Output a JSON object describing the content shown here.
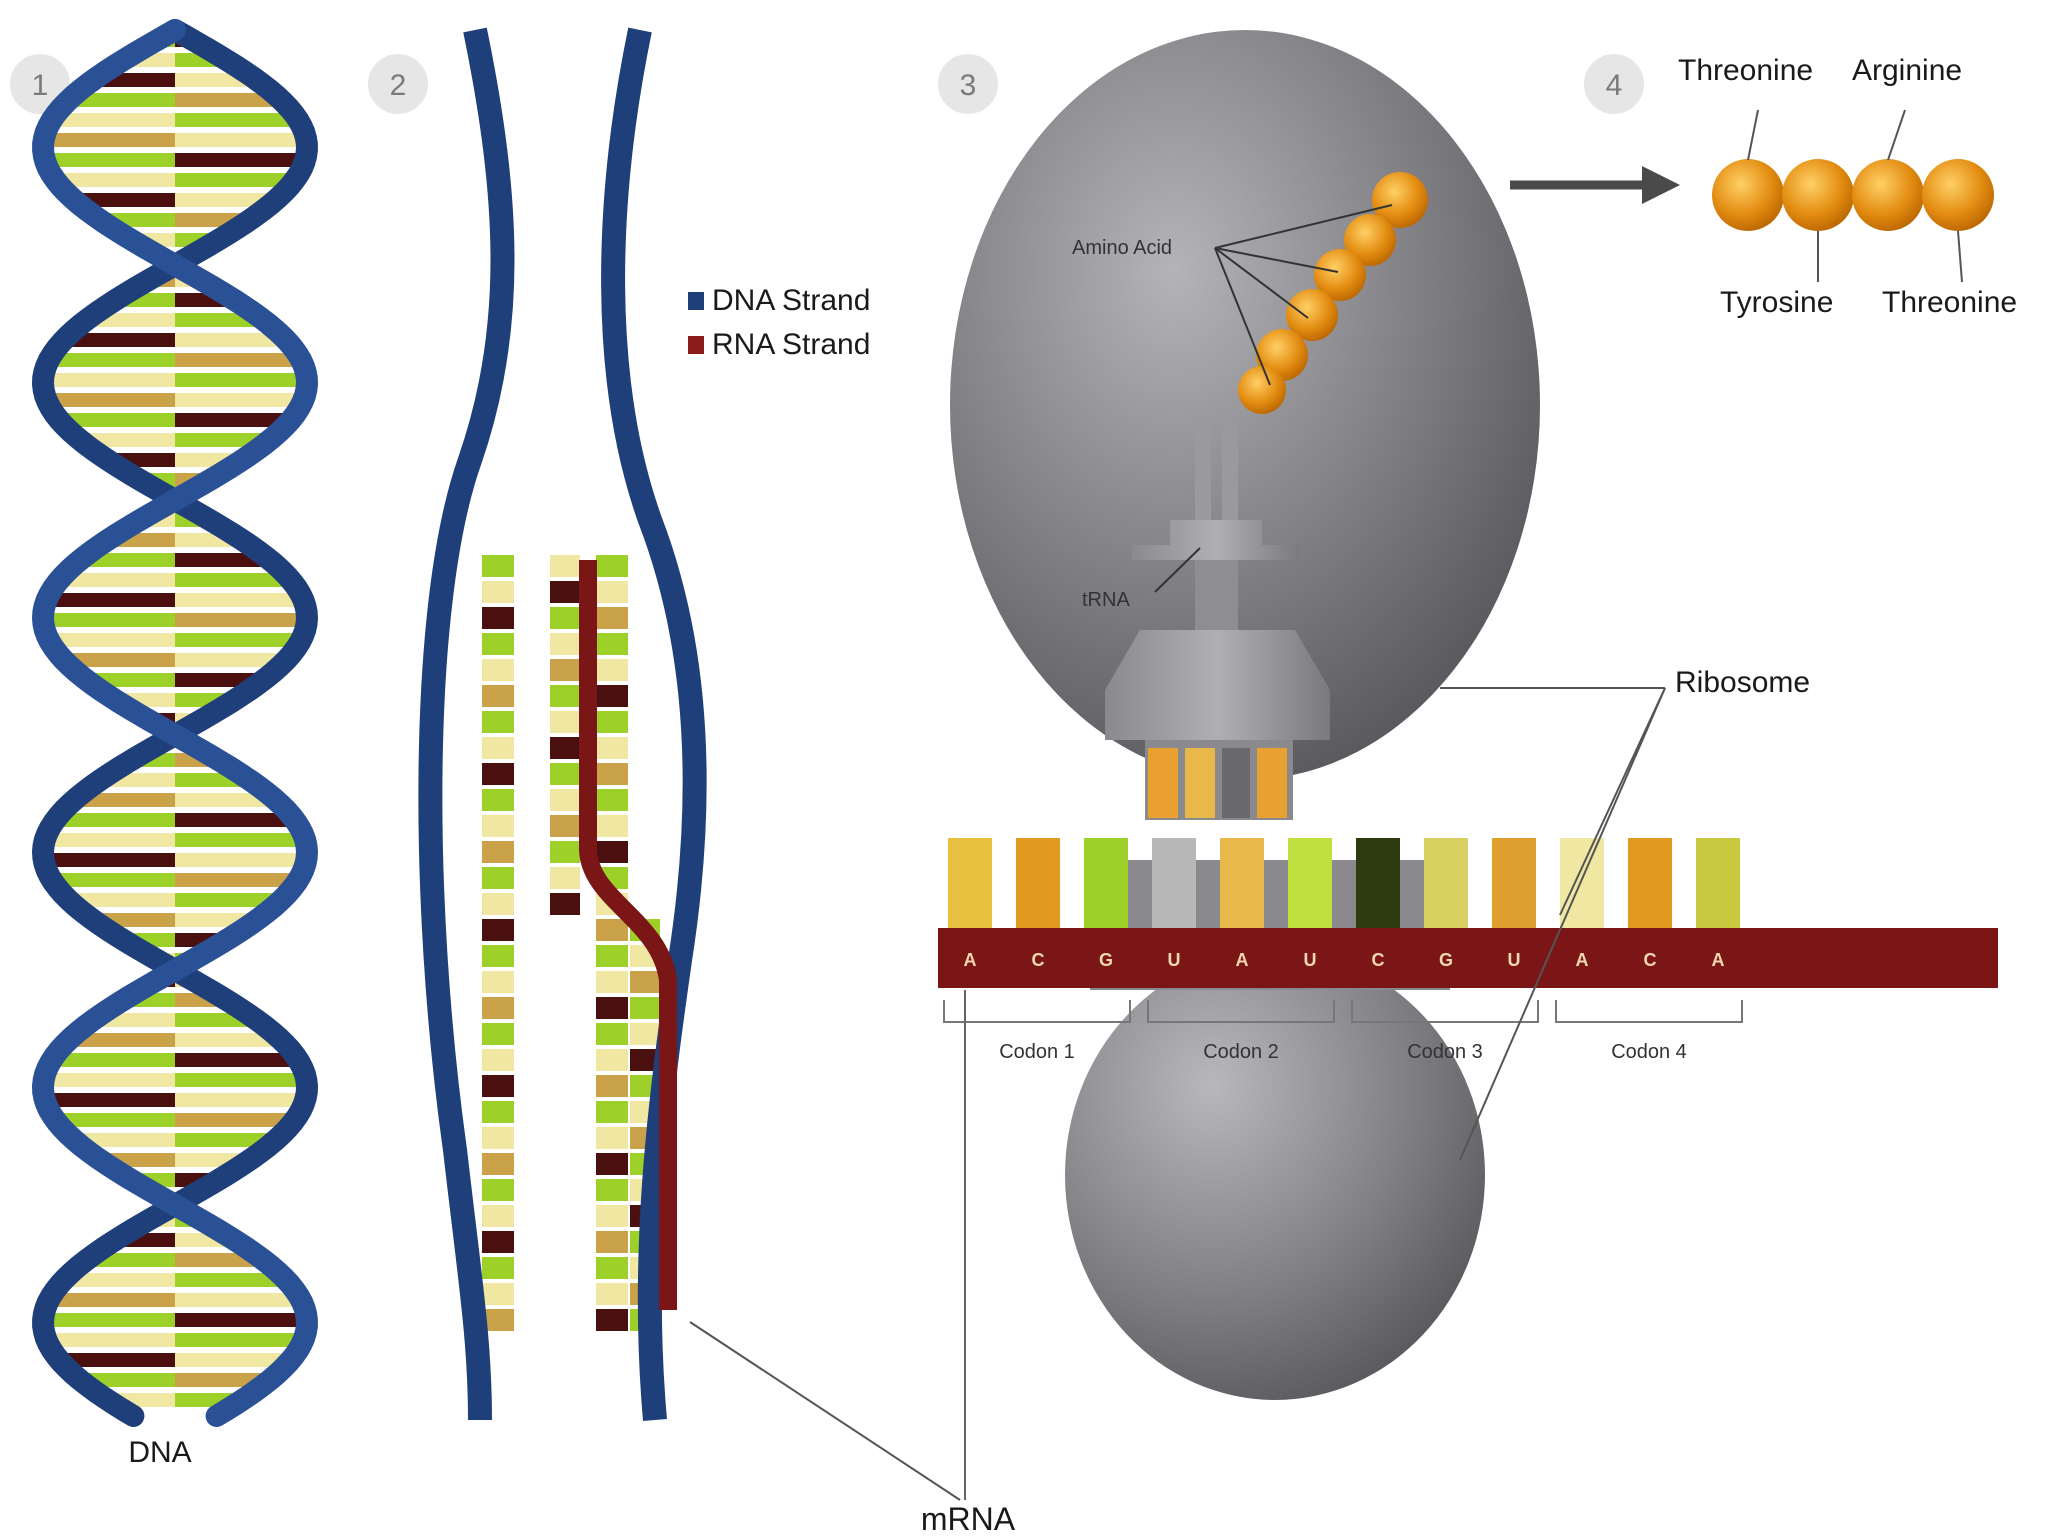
{
  "steps": [
    "1",
    "2",
    "3",
    "4"
  ],
  "legend": {
    "dna": "DNA Strand",
    "rna": "RNA Strand"
  },
  "colors": {
    "dna_backbone": "#1f3f7a",
    "rna_backbone": "#7a1616",
    "ribosome": "#7d7d82",
    "amino_acid": "#e08a12",
    "base_green": "#9ed02a",
    "base_cream": "#efe7a2",
    "base_dark": "#4a1010"
  },
  "labels": {
    "dna": "DNA",
    "mrna": "mRNA",
    "ribosome": "Ribosome",
    "trna": "tRNA",
    "amino_acid": "Amino Acid"
  },
  "codons": [
    "Codon 1",
    "Codon 2",
    "Codon 3",
    "Codon 4"
  ],
  "mrna_sequence": [
    "A",
    "C",
    "G",
    "U",
    "A",
    "U",
    "C",
    "G",
    "U",
    "A",
    "C",
    "A"
  ],
  "amino_acids": {
    "top": [
      "Threonine",
      "Arginine"
    ],
    "bottom": [
      "Tyrosine",
      "Threonine"
    ]
  }
}
